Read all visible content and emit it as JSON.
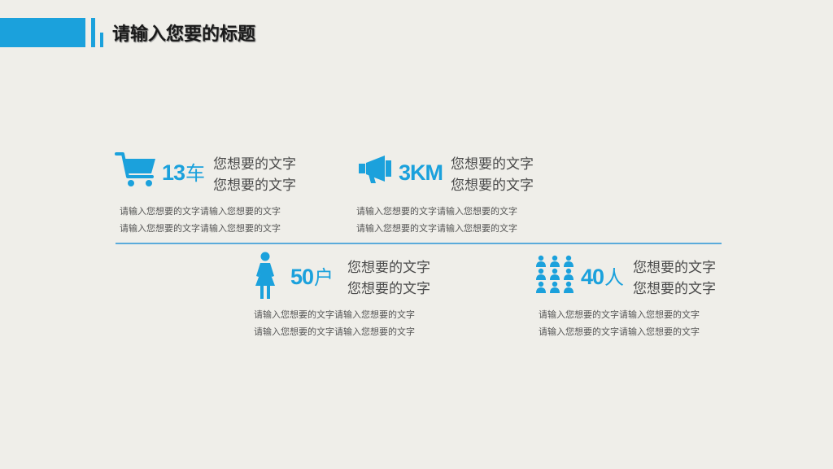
{
  "header": {
    "title": "请输入您要的标题"
  },
  "items": [
    {
      "icon": "shopping-cart-icon",
      "number": "13",
      "unit": "车",
      "label1": "您想要的文字",
      "label2": "您想要的文字",
      "desc1": "请输入您想要的文字请输入您想要的文字",
      "desc2": "请输入您想要的文字请输入您想要的文字"
    },
    {
      "icon": "megaphone-icon",
      "number": "3KM",
      "unit": "",
      "label1": "您想要的文字",
      "label2": "您想要的文字",
      "desc1": "请输入您想要的文字请输入您想要的文字",
      "desc2": "请输入您想要的文字请输入您想要的文字"
    },
    {
      "icon": "woman-icon",
      "number": "50",
      "unit": "户",
      "label1": "您想要的文字",
      "label2": "您想要的文字",
      "desc1": "请输入您想要的文字请输入您想要的文字",
      "desc2": "请输入您想要的文字请输入您想要的文字"
    },
    {
      "icon": "group-people-icon",
      "number": "40",
      "unit": "人",
      "label1": "您想要的文字",
      "label2": "您想要的文字",
      "desc1": "请输入您想要的文字请输入您想要的文字",
      "desc2": "请输入您想要的文字请输入您想要的文字"
    }
  ],
  "colors": {
    "accent": "#1ba1dc",
    "background": "#efeee9"
  }
}
